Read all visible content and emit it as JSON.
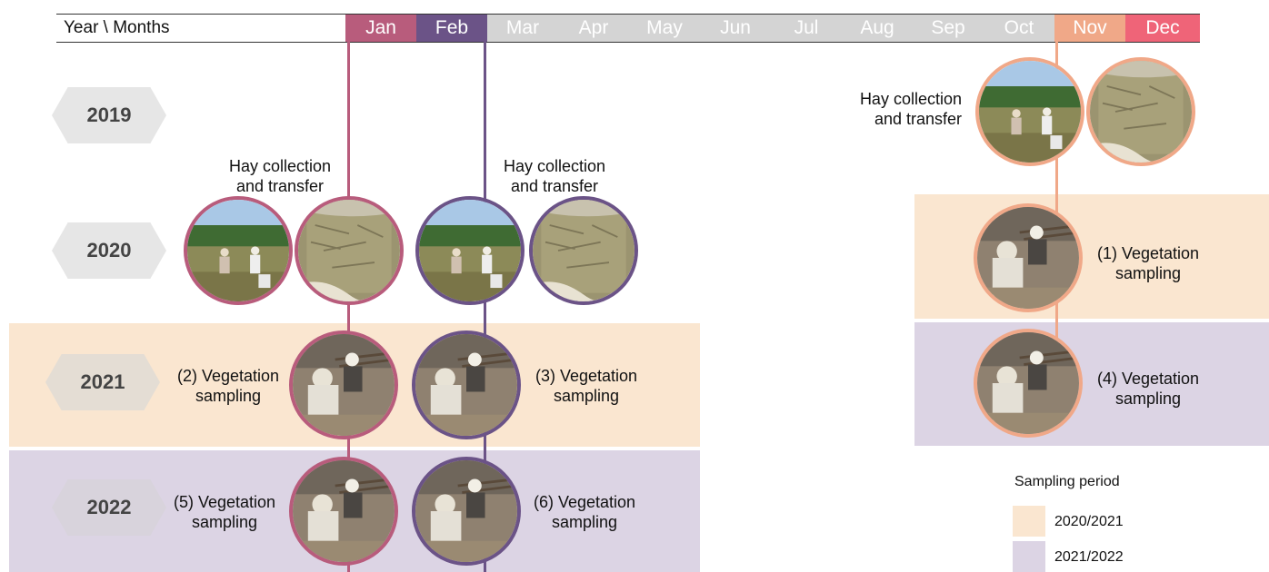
{
  "header": {
    "label": "Year \\ Months",
    "months": [
      "Jan",
      "Feb",
      "Mar",
      "Apr",
      "May",
      "Jun",
      "Jul",
      "Aug",
      "Sep",
      "Oct",
      "Nov",
      "Dec"
    ]
  },
  "colors": {
    "jan": "#b85c7c",
    "feb": "#6b5387",
    "nov": "#f0a888",
    "dec": "#ef6478",
    "inactive_month": "#d4d4d4",
    "period_2020_2021": "#fae6d0",
    "period_2021_2022": "#dcd4e4"
  },
  "years": [
    "2019",
    "2020",
    "2021",
    "2022"
  ],
  "labels": {
    "hay_2019_nov": "Hay collection\nand transfer",
    "hay_2020_jan": "Hay collection\nand transfer",
    "hay_2020_feb": "Hay collection\nand transfer",
    "veg1": "(1) Vegetation\nsampling",
    "veg2": "(2) Vegetation\nsampling",
    "veg3": "(3) Vegetation\nsampling",
    "veg4": "(4) Vegetation\nsampling",
    "veg5": "(5) Vegetation\nsampling",
    "veg6": "(6) Vegetation\nsampling"
  },
  "legend": {
    "title": "Sampling period",
    "items": [
      "2020/2021",
      "2021/2022"
    ]
  }
}
